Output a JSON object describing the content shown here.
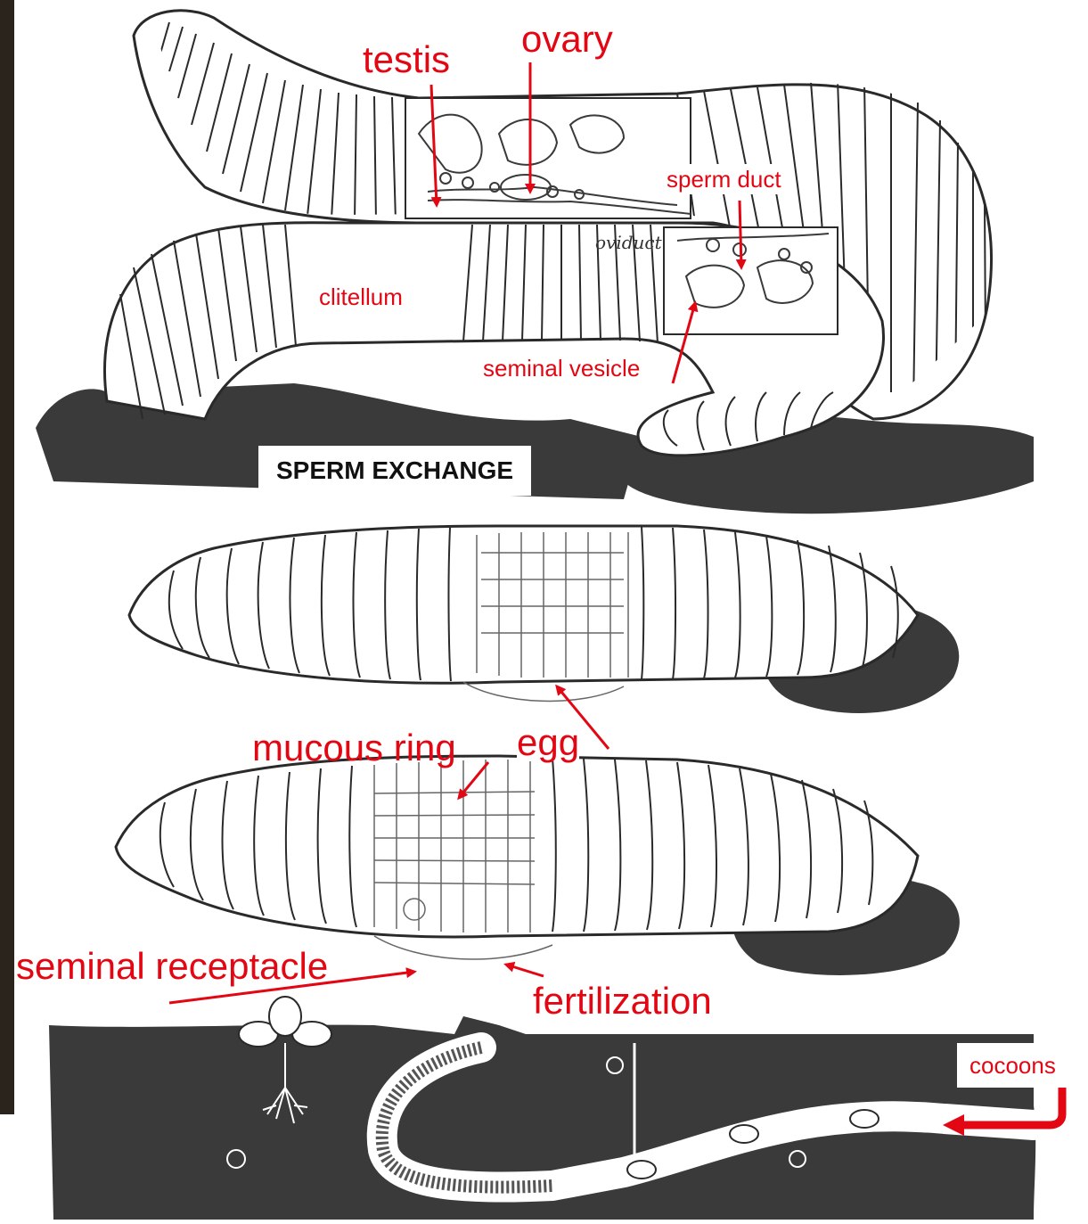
{
  "labels": {
    "testis": "testis",
    "ovary": "ovary",
    "sperm_duct": "sperm duct",
    "oviduct": "oviduct",
    "clitellum": "clitellum",
    "seminal_vesicle": "seminal vesicle",
    "sperm_exchange": "SPERM EXCHANGE",
    "egg": "egg",
    "mucous_ring": "mucous ring",
    "seminal_receptacle": "seminal receptacle",
    "fertilization": "fertilization",
    "cocoons": "cocoons"
  },
  "colors": {
    "label_red": "#e30613",
    "soil": "#3a3a3a",
    "outline": "#2a2a2a",
    "worm_body": "#ffffff"
  }
}
